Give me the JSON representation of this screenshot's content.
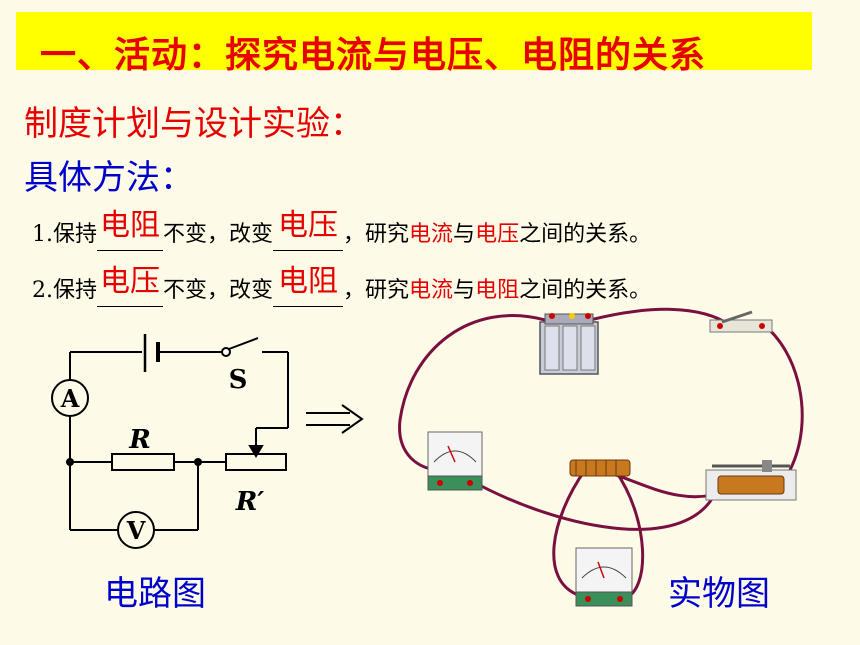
{
  "title": "一、活动：探究电流与电压、电阻的关系",
  "heading_plan": "制度计划与设计实验：",
  "heading_method": "具体方法：",
  "line1": {
    "prefix": "1.保持",
    "blank1": "电阻",
    "mid": "不变，改变",
    "blank2": "电压",
    "tail1": "，研究",
    "hl1": "电流",
    "conj": "与",
    "hl2": "电压",
    "end": "之间的关系。"
  },
  "line2": {
    "prefix": "2.保持",
    "blank1": "电压",
    "mid": "不变，改变",
    "blank2": "电阻",
    "tail1": "，研究",
    "hl1": "电流",
    "conj": "与",
    "hl2": "电阻",
    "end": "之间的关系。"
  },
  "circuit": {
    "ammeter": "A",
    "voltmeter": "V",
    "switch": "S",
    "resistor": "R",
    "rheostat": "R′"
  },
  "caption_circuit": "电路图",
  "caption_physical": "实物图",
  "colors": {
    "title_bg": "#ffff00",
    "red": "#e60000",
    "blue": "#0000cc",
    "wire": "#7a1040"
  }
}
